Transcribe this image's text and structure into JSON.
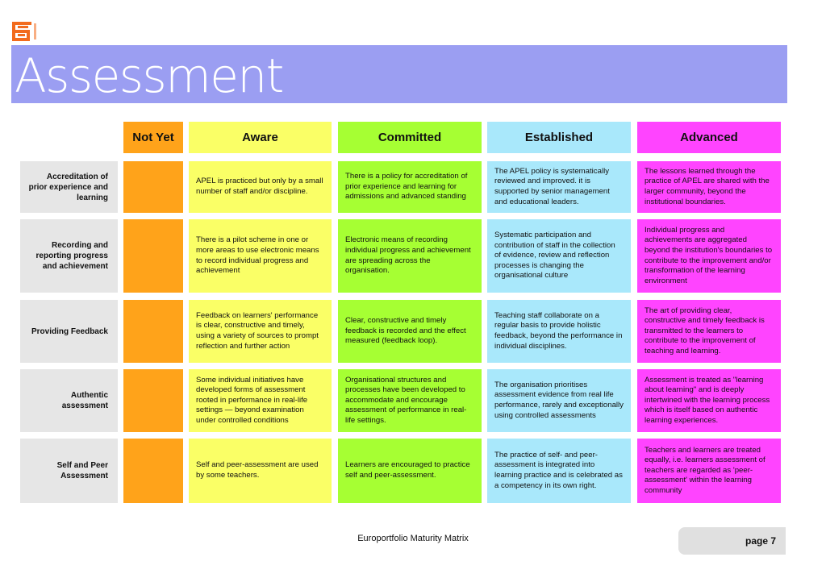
{
  "header": {
    "title": "Assessment"
  },
  "columns": [
    {
      "label": "Not Yet",
      "color": "#ffa31a"
    },
    {
      "label": "Aware",
      "color": "#faff66"
    },
    {
      "label": "Committed",
      "color": "#a6ff33"
    },
    {
      "label": "Established",
      "color": "#a9e8fb"
    },
    {
      "label": "Advanced",
      "color": "#ff44ff"
    }
  ],
  "rows": [
    {
      "label": "Accreditation of prior experience and learning",
      "not_yet": "",
      "aware": "APEL is practiced but only by a small number of staff and/or discipline.",
      "committed": "There is a policy for accreditation of prior experience and learning for admissions and advanced standing",
      "established": "The APEL policy is systematically reviewed and improved. it is supported by senior management and educational leaders.",
      "advanced": "The lessons learned through the practice of APEL are shared with the larger community, beyond the institutional boundaries."
    },
    {
      "label": "Recording and reporting progress and achievement",
      "not_yet": "",
      "aware": "There is a pilot scheme in one or more areas to use electronic means to record individual progress and achievement",
      "committed": "Electronic means of recording individual progress and achievement are spreading across the organisation.",
      "established": "Systematic participation and contribution of staff in the collection of evidence, review and reflection processes is changing the organisational culture",
      "advanced": "Individual progress and achievements are aggregated beyond the institution's boundaries to contribute to the improvement and/or transformation of the learning environment"
    },
    {
      "label": "Providing Feedback",
      "not_yet": "",
      "aware": "Feedback on learners' performance is clear, constructive and timely, using a variety of sources to prompt reflection and further action",
      "committed": "Clear, constructive and timely feedback is recorded and the effect measured (feedback loop).",
      "established": "Teaching staff collaborate on a regular basis to provide holistic feedback, beyond the performance in individual disciplines.",
      "advanced": "The art of providing clear, constructive and timely feedback is transmitted to the learners to contribute to the improvement of teaching and learning."
    },
    {
      "label": "Authentic assessment",
      "not_yet": "",
      "aware": "Some individual initiatives have developed forms of assessment rooted in performance in real-life settings — beyond examination under controlled conditions",
      "committed": "Organisational structures and processes have been developed to accommodate and encourage assessment of performance in real-life settings.",
      "established": "The organisation prioritises assessment evidence from real life performance, rarely and exceptionally using controlled assessments",
      "advanced": "Assessment is treated as \"learning about learning\" and is deeply intertwined with the learning process which is itself based on authentic learning experiences."
    },
    {
      "label": "Self and Peer Assessment",
      "not_yet": "",
      "aware": "Self and peer-assessment are used by some teachers.",
      "committed": "Learners are encouraged to practice self and peer-assessment.",
      "established": "The practice of self- and peer-assessment is integrated into learning practice and is celebrated as a competency in its own right.",
      "advanced": "Teachers and learners are treated equally, i.e. learners assessment of teachers are regarded as 'peer-assessment' within the learning community"
    }
  ],
  "footer": {
    "title": "Europortfolio Maturity Matrix",
    "page": "page 7"
  }
}
